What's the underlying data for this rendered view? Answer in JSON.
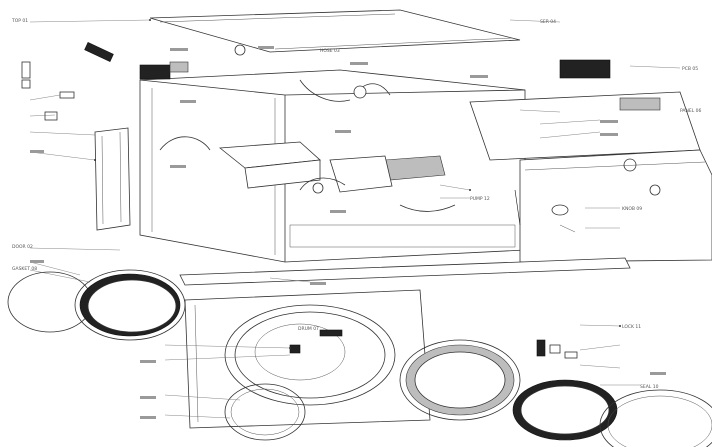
{
  "diagram": {
    "heading": "",
    "part_labels": [
      "TOP 01",
      "SER 04",
      "DOOR 02",
      "HOSE 03",
      "PCB 05",
      "PANEL 06",
      "DRUM 07",
      "GASKET 08",
      "KNOB 09",
      "SEAL 10",
      "LOCK 11",
      "PUMP 12"
    ]
  }
}
